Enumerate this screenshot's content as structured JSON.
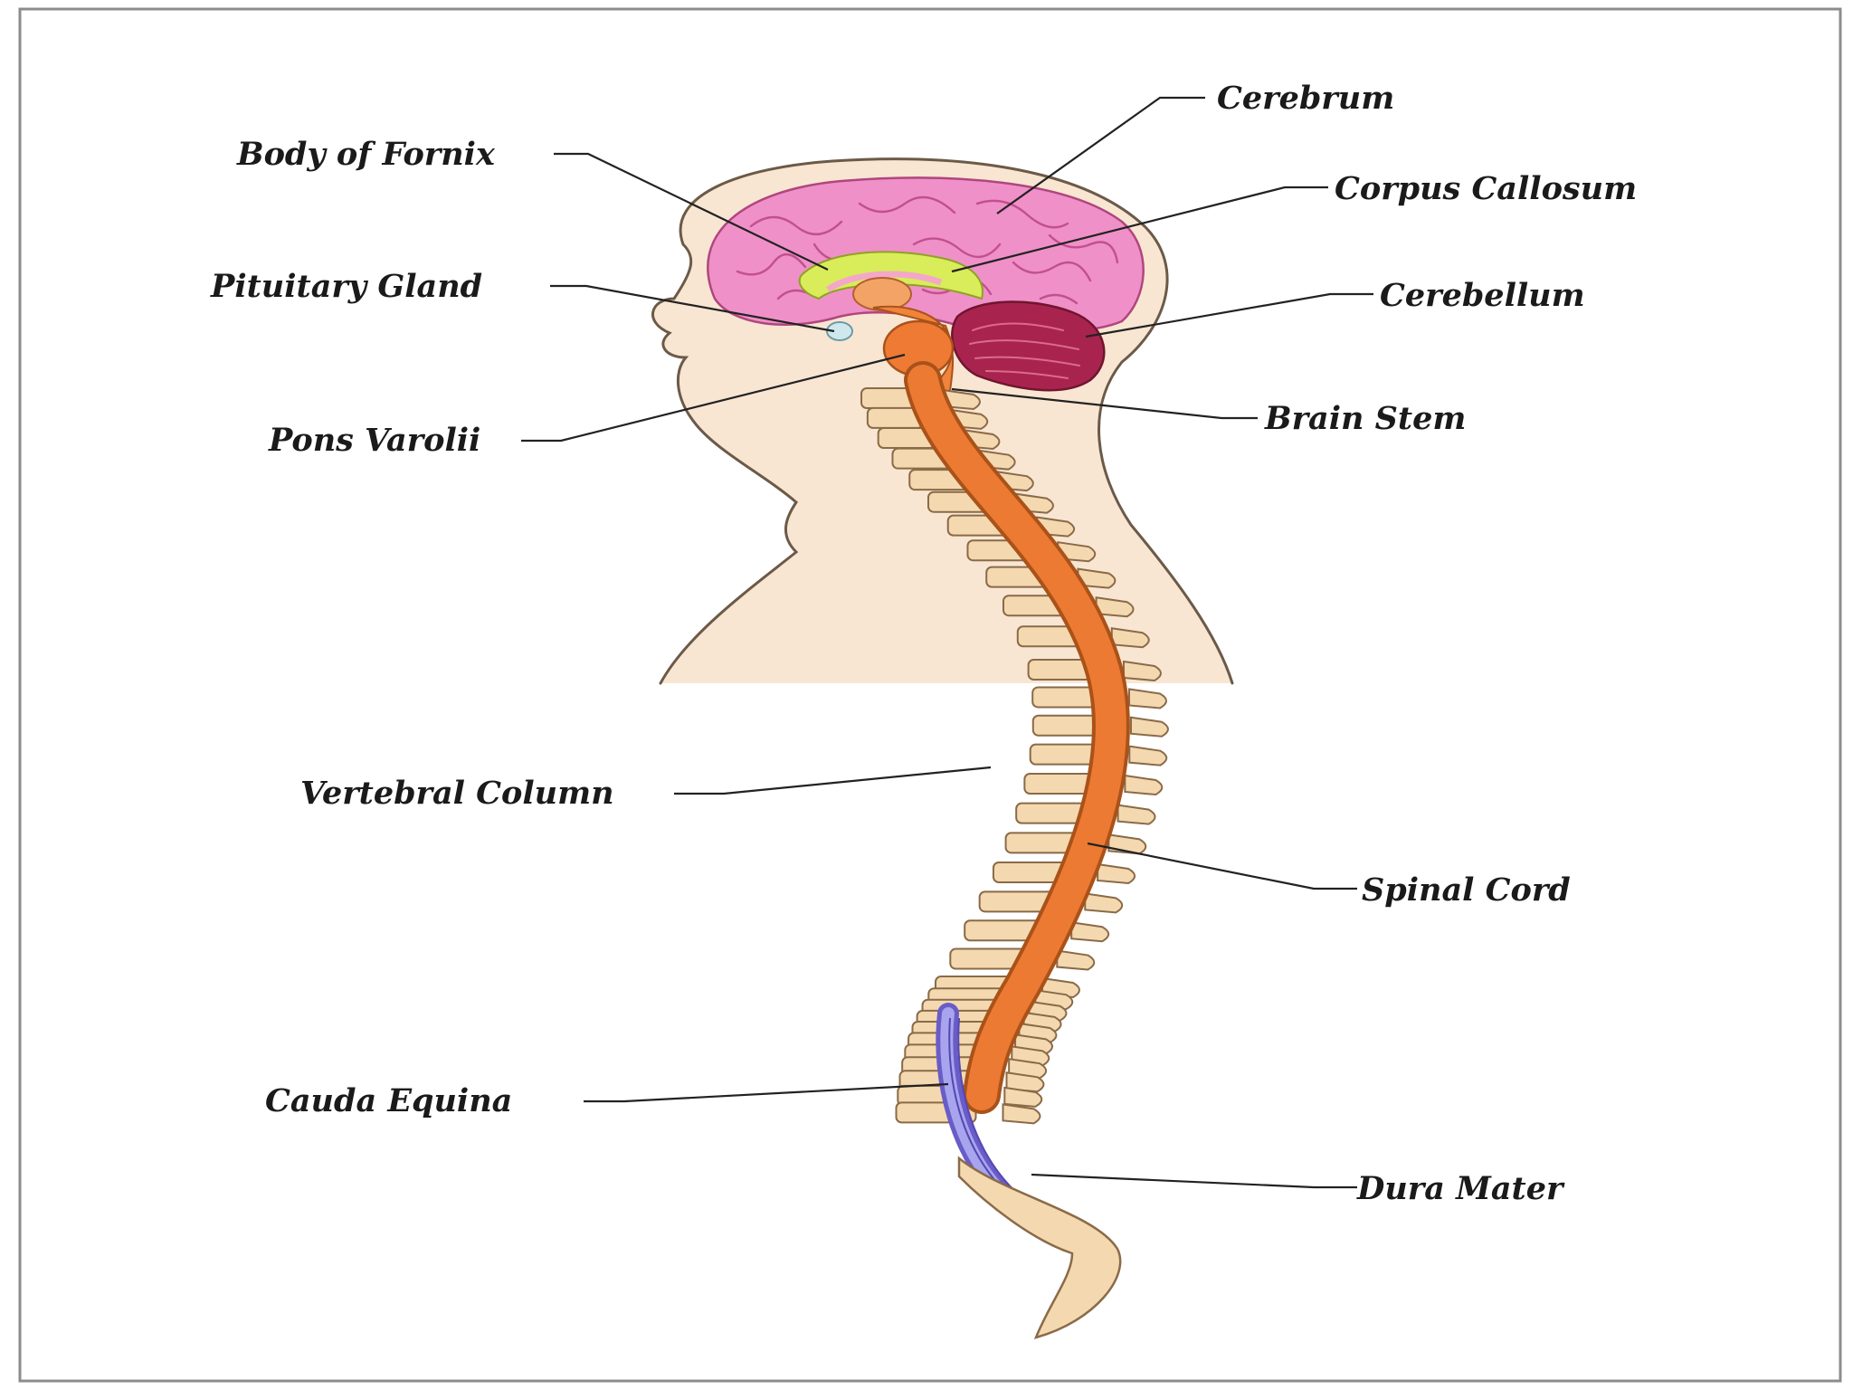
{
  "labels": {
    "cerebrum": "Cerebrum",
    "body_of_fornix": "Body of Fornix",
    "corpus_callosum": "Corpus Callosum",
    "pituitary_gland": "Pituitary Gland",
    "cerebellum": "Cerebellum",
    "brain_stem": "Brain Stem",
    "pons_varolii": "Pons Varolii",
    "vertebral_column": "Vertebral Column",
    "spinal_cord": "Spinal Cord",
    "cauda_equina": "Cauda Equina",
    "dura_mater": "Dura Mater"
  },
  "colors": {
    "skin": "#f8e6d2",
    "skin_outline": "#6b5a48",
    "cerebrum": "#f090c8",
    "cerebrum_folds": "#c2508e",
    "corpus_callosum": "#d9ec5a",
    "cerebellum": "#a8244e",
    "brain_stem": "#f0843a",
    "spinal_cord": "#ec7a32",
    "vertebra": "#f4d9b0",
    "vertebra_outline": "#8a6a48",
    "cauda_equina": "#8a86e0",
    "pituitary": "#cfe8ee"
  },
  "icons": {
    "brain": "brain-icon",
    "spine": "spine-icon"
  }
}
